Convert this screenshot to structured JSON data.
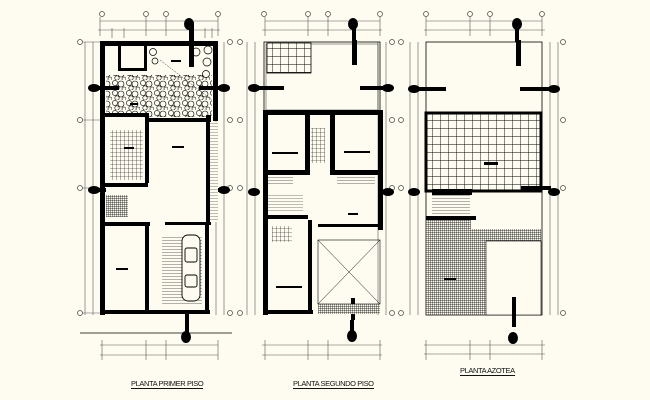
{
  "drawing": {
    "background": "#FEFCF0",
    "line_color": "#000000",
    "dim_line_color": "#8a8a7a",
    "plans": [
      {
        "id": "first",
        "label": "PLANTA PRIMER PISO"
      },
      {
        "id": "second",
        "label": "PLANTA SEGUNDO PISO"
      },
      {
        "id": "roof",
        "label": "PLANTA AZOTEA"
      }
    ]
  }
}
